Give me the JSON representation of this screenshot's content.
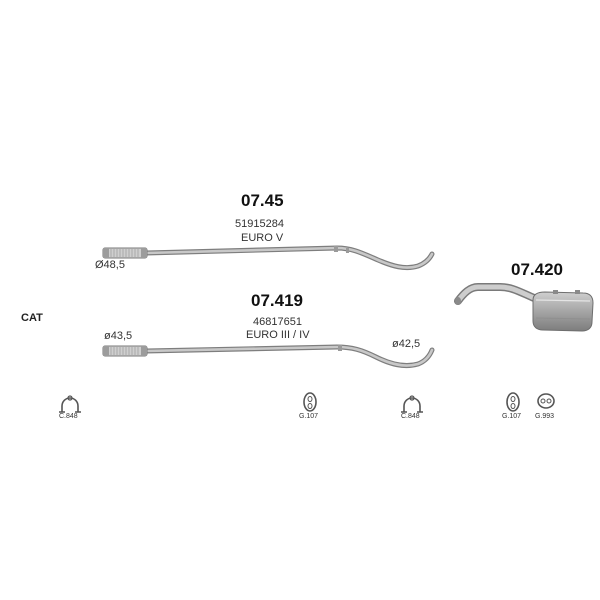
{
  "section_label": "CAT",
  "parts": [
    {
      "code": "07.45",
      "ref": "51915284",
      "norm": "EURO V",
      "diameters": [
        "Ø48,5"
      ]
    },
    {
      "code": "07.419",
      "ref": "46817651",
      "norm": "EURO III / IV",
      "diameters": [
        "ø43,5",
        "ø42,5"
      ]
    },
    {
      "code": "07.420"
    }
  ],
  "accessories": [
    {
      "label": "C.848",
      "icon": "clamp-icon"
    },
    {
      "label": "G.107",
      "icon": "rubber-hanger-icon"
    },
    {
      "label": "C.848",
      "icon": "clamp-icon"
    },
    {
      "label": "G.107",
      "icon": "rubber-hanger-icon"
    },
    {
      "label": "G.993",
      "icon": "rubber-ring-icon"
    }
  ],
  "colors": {
    "pipe": "#b8b8b8",
    "pipe_outline": "#8a8a8a",
    "flex": "#c9c9c9"
  }
}
